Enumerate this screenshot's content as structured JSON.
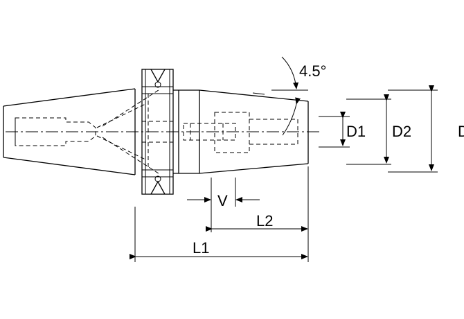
{
  "drawing": {
    "labels": {
      "angle": "4.5°",
      "d1": "D1",
      "d2": "D2",
      "d3": "D",
      "v": "V",
      "l2": "L2",
      "l1": "L1"
    }
  }
}
